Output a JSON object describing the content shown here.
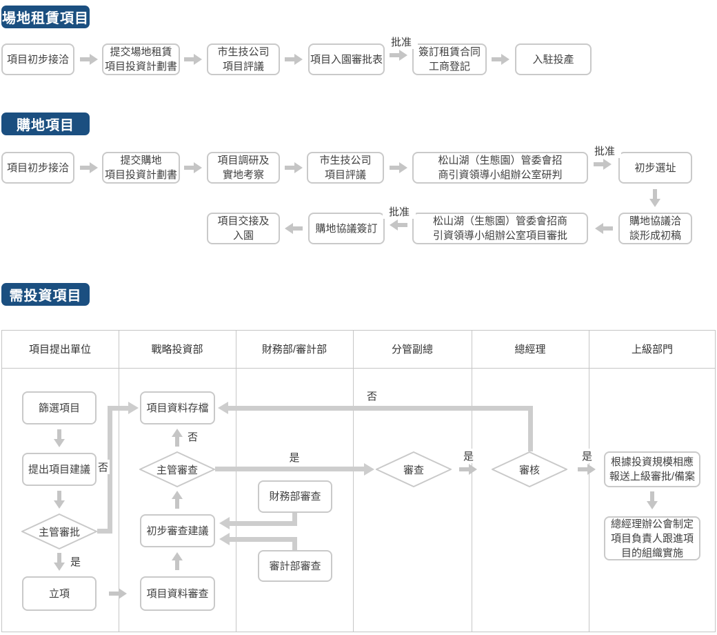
{
  "colors": {
    "badge_blue": "#1b4f80",
    "line_gray": "#c8c8c8",
    "box_border": "#c9c9c9"
  },
  "labels": {
    "approve": "批准",
    "yes": "是",
    "no": "否"
  },
  "rental": {
    "title": "場地租賃項目",
    "steps": {
      "s1": "項目初步接洽",
      "s2": "提交場地租賃\n項目投資計劃書",
      "s3": "市生技公司\n項目評議",
      "s4": "項目入園審批表",
      "s5": "簽訂租賃合同\n工商登記",
      "s6": "入駐投產"
    }
  },
  "purchase": {
    "title": "購地項目",
    "steps": {
      "a1": "項目初步接洽",
      "a2": "提交購地\n項目投資計劃書",
      "a3": "項目調研及\n實地考察",
      "a4": "市生技公司\n項目評議",
      "a5": "松山湖（生態園）管委會招\n商引資領導小組辦公室研判",
      "a6": "初步選址",
      "b1": "購地協議洽\n談形成初稿",
      "b2": "松山湖（生態園）管委會招商\n引資領導小組辦公室項目審批",
      "b3": "購地協議簽訂",
      "b4": "項目交接及\n入園"
    }
  },
  "investment": {
    "title": "需投資項目",
    "lanes": {
      "l1": "項目提出單位",
      "l2": "戰略投資部",
      "l3": "財務部/審計部",
      "l4": "分管副總",
      "l5": "總經理",
      "l6": "上級部門"
    },
    "steps": {
      "screen": "篩選項目",
      "proposal": "提出項目建議",
      "supervisor_approve": "主管審批",
      "establish": "立項",
      "archive": "項目資料存檔",
      "supervisor_review": "主管審查",
      "initial_suggestion": "初步審查建議",
      "data_review": "項目資料審查",
      "finance_review": "財務部審查",
      "audit_review": "審計部審查",
      "review": "審查",
      "verify": "審核",
      "report_superior": "根據投資規模相應\n報送上級審批/備案",
      "gm_meeting": "總經理辦公會制定\n項目負責人跟進項\n目的組織實施"
    }
  }
}
